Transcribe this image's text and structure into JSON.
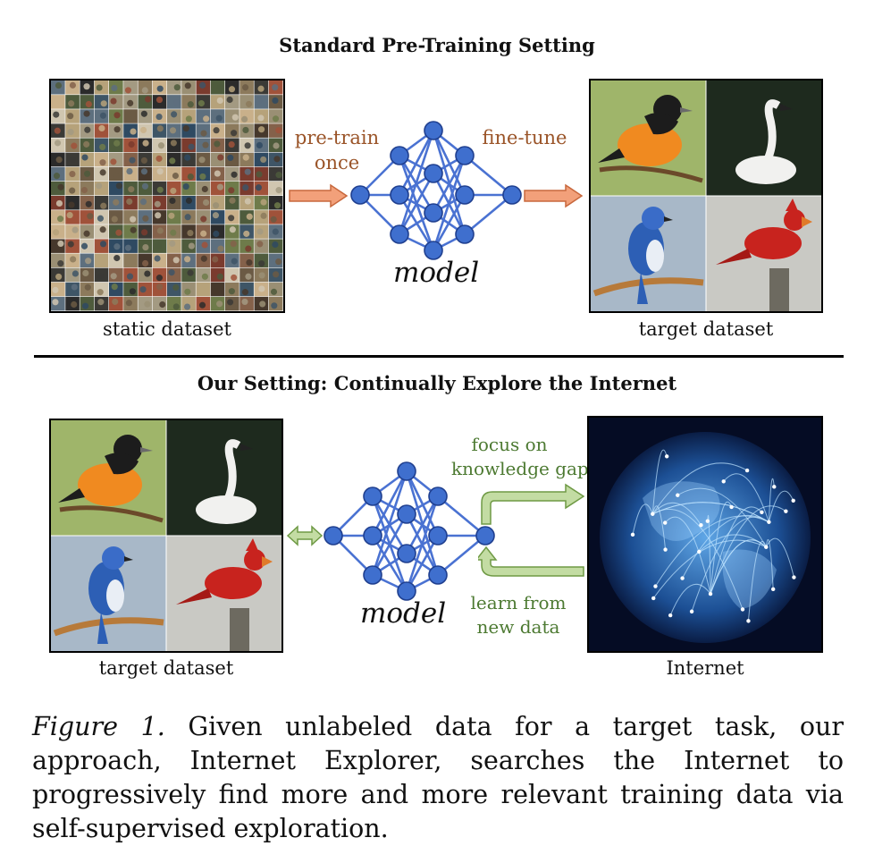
{
  "top": {
    "heading": "Standard Pre-Training Setting",
    "pretrain_label": "pre-train\nonce",
    "finetune_label": "fine-tune",
    "model_label": "model",
    "static_label": "static dataset",
    "target_label": "target dataset"
  },
  "bottom": {
    "heading": "Our Setting: Continually Explore the Internet",
    "focus_label": "focus on\nknowledge gaps",
    "learn_label": "learn from\nnew data",
    "model_label": "model",
    "target_label": "target dataset",
    "internet_label": "Internet"
  },
  "caption": {
    "lead": "Figure 1.",
    "text": " Given unlabeled data for a target task, our approach, Internet Explorer, searches the Internet to progressively find more and more relevant training data via self-supervised exploration."
  },
  "colors": {
    "node": "#3f6fce",
    "edge": "#4a72d2",
    "arrow_orange": "#f2a07a",
    "arrow_green": "#c3dca3"
  }
}
